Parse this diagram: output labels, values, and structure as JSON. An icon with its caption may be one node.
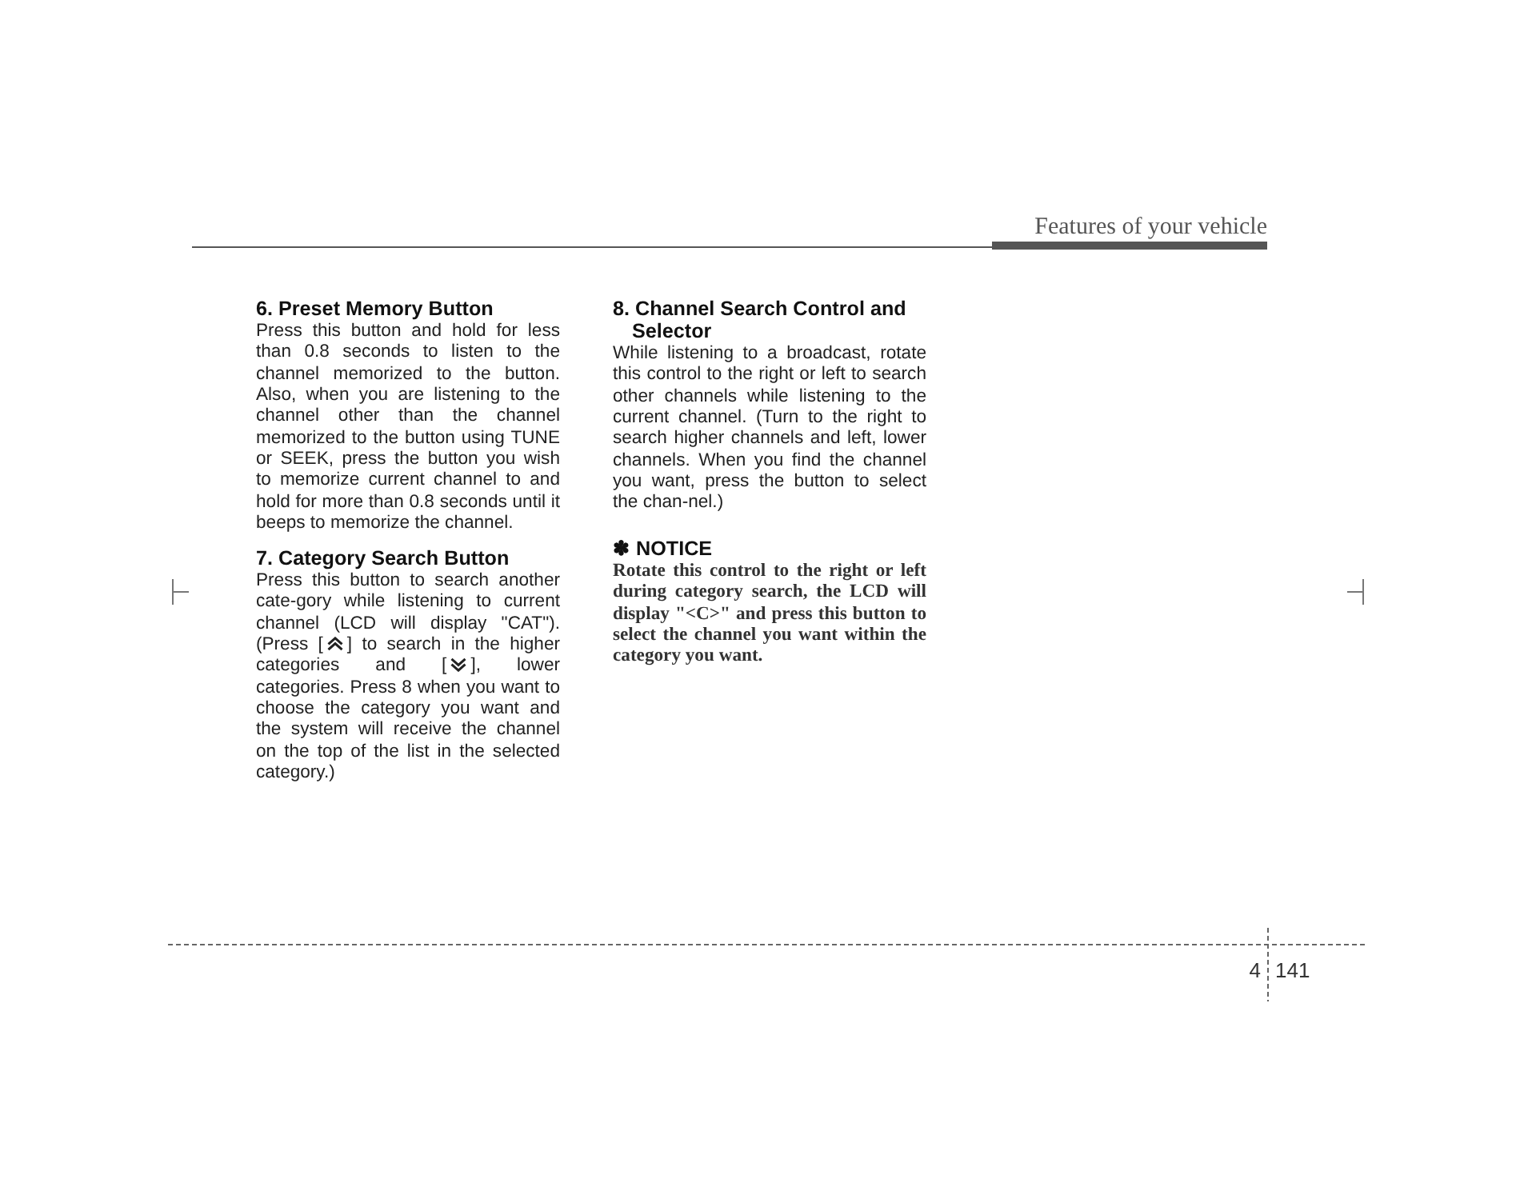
{
  "diagram": {
    "labels": [
      "Features of your vehicle",
      "6. Preset Memory Button",
      "Press this button and hold for less than 0.8 seconds to listen to the channel memorized to the button. Also, when you are listening to the channel other than the channel memorized to the button using TUNE or SEEK, press the button you wish to memorize current channel to and hold for more than 0.8 seconds until it beeps to memorize the channel.",
      "7. Category Search Button",
      "Press this button to search another cate-gory while listening to current channel (LCD will display \"CAT\"). (Press [",
      "] to search in the higher categories and [",
      "], lower categories. Press 8 when you want to choose the category you want and the system will receive the channel on the top of the list in the selected category.)",
      "8. Channel Search Control and Selector",
      "While listening to a broadcast, rotate this control to the right or left to search other channels while listening to the current channel. (Turn to the right to search higher channels and left, lower channels. When you find the channel you want, press the button to select the chan-nel.)",
      "✽ NOTICE",
      "Rotate this control to the right or left during category search, the LCD will display \"<C>\" and press this button to select the channel you want within the category you want.",
      "4",
      "141"
    ]
  }
}
